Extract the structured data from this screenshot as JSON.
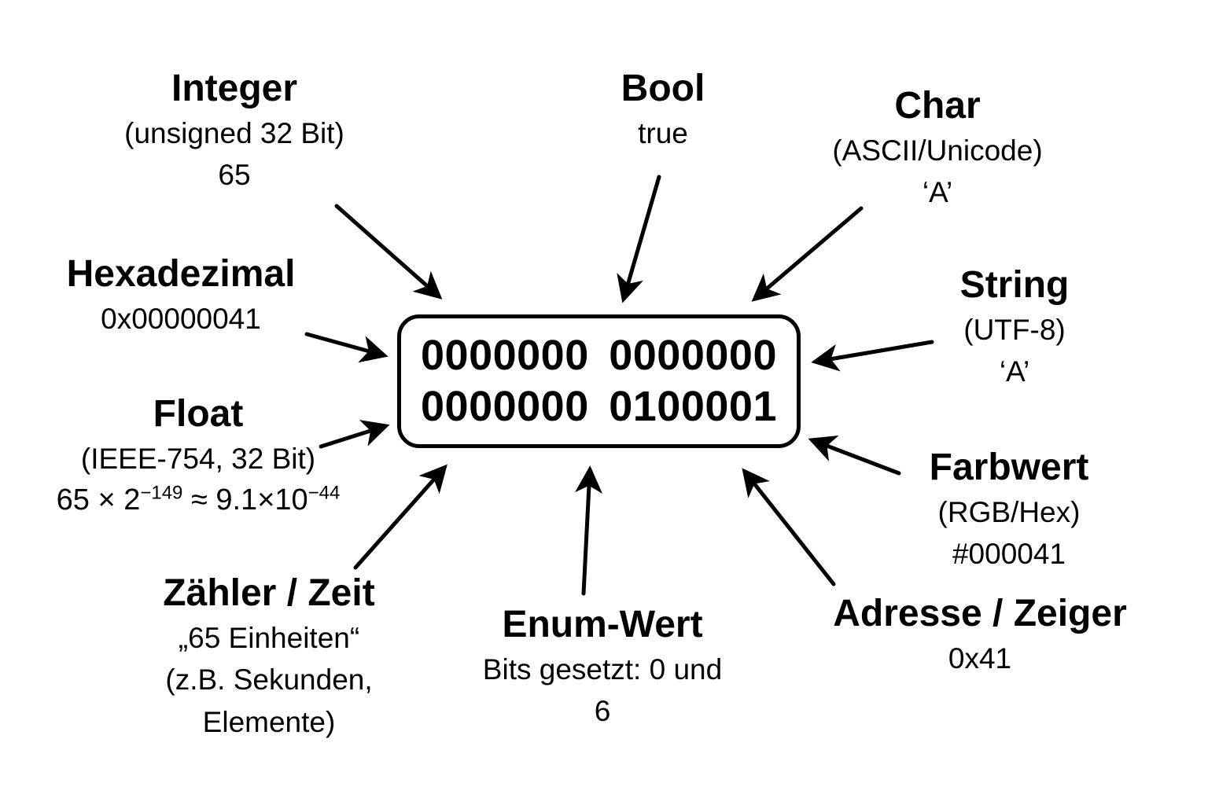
{
  "diagram": {
    "background_color": "#ffffff",
    "ink_color": "#000000",
    "center_box": {
      "line1": "0000000 0000000",
      "line2": "0000000 0100001"
    },
    "labels": {
      "integer": {
        "title": "Integer",
        "line1": "(unsigned 32 Bit)",
        "line2": "65"
      },
      "bool": {
        "title": "Bool",
        "line1": "true"
      },
      "char": {
        "title": "Char",
        "line1": "(ASCII/Unicode)",
        "line2": "‘A’"
      },
      "hexadezimal": {
        "title": "Hexadezimal",
        "line1": "0x00000041"
      },
      "string": {
        "title": "String",
        "line1": "(UTF-8)",
        "line2": "‘A’"
      },
      "float": {
        "title": "Float",
        "line1": "(IEEE-754, 32 Bit)",
        "formula": {
          "base1": "65 × 2",
          "sup1": "−149",
          "mid": " ≈ 9.1×10",
          "sup2": "−44"
        }
      },
      "farbwert": {
        "title": "Farbwert",
        "line1": "(RGB/Hex)",
        "line2": "#000041"
      },
      "zaehler": {
        "title": "Zähler / Zeit",
        "line1": "„65 Einheiten“",
        "line2": "(z.B. Sekunden,",
        "line3": "Elemente)"
      },
      "enum": {
        "title": "Enum-Wert",
        "line1": "Bits gesetzt: 0 und",
        "line2": "6"
      },
      "adresse": {
        "title": "Adresse / Zeiger",
        "line1": "0x41"
      }
    }
  }
}
